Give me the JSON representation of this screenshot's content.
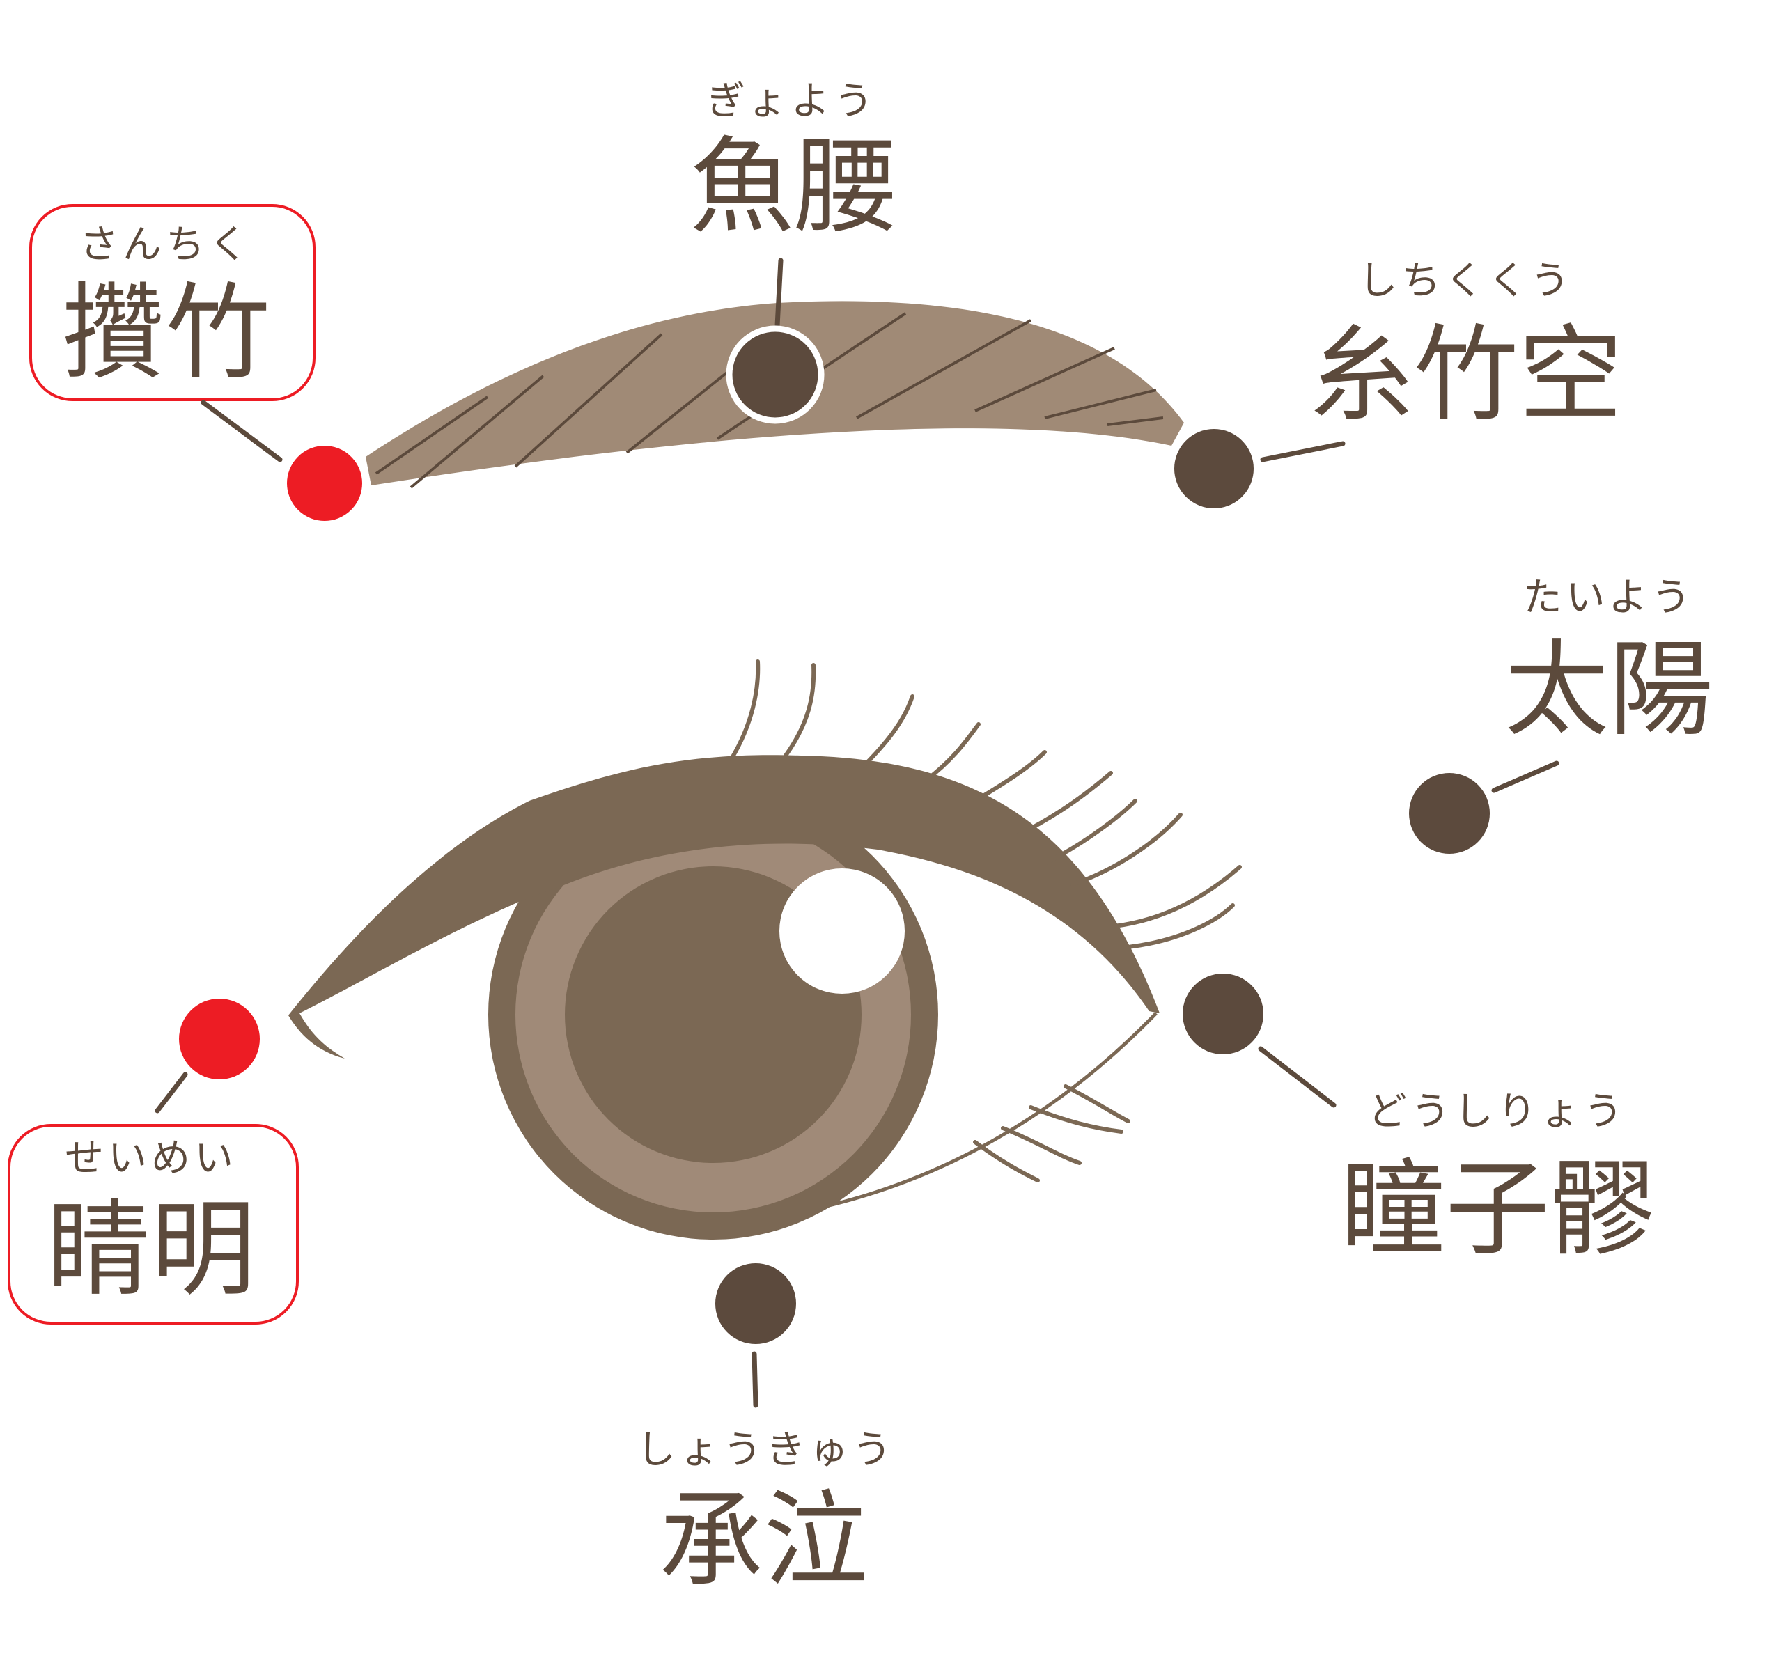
{
  "colors": {
    "text": "#5c4a3c",
    "point": "#5c4a3d",
    "highlight_point": "#ed1c24",
    "eyebrow": "#a08a76",
    "eyelid": "#7b6854",
    "iris_ring": "#a08a78"
  },
  "points": {
    "sanchiku": {
      "reading": "さんちく",
      "name": "攢竹",
      "highlighted": true
    },
    "gyoyo": {
      "reading": "ぎょよう",
      "name": "魚腰",
      "highlighted": false
    },
    "shichikukuu": {
      "reading": "しちくくう",
      "name": "糸竹空",
      "highlighted": false
    },
    "taiyo": {
      "reading": "たいよう",
      "name": "太陽",
      "highlighted": false
    },
    "doshiryo": {
      "reading": "どうしりょう",
      "name": "瞳子髎",
      "highlighted": false
    },
    "shokyu": {
      "reading": "しょうきゅう",
      "name": "承泣",
      "highlighted": false
    },
    "seimei": {
      "reading": "せいめい",
      "name": "睛明",
      "highlighted": true
    }
  }
}
